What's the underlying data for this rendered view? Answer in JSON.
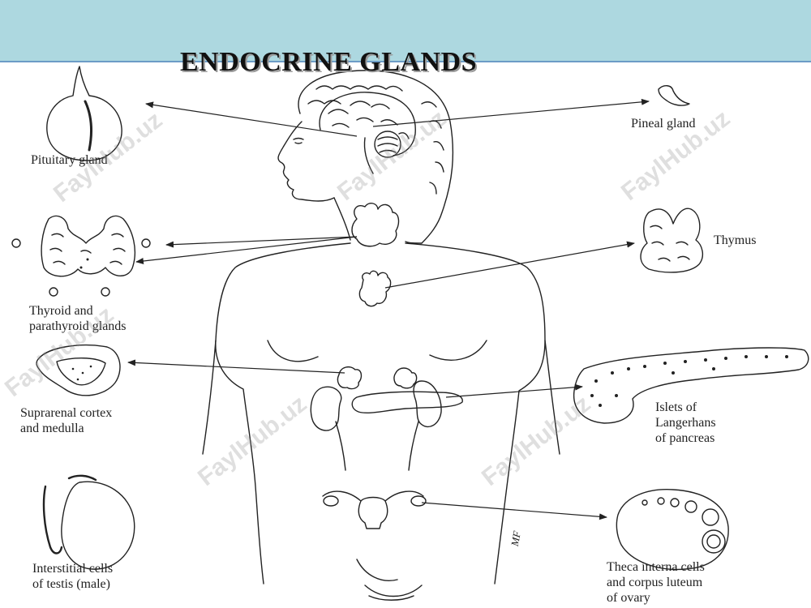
{
  "title": "ENDOCRINE GLANDS",
  "labels": {
    "pituitary": "Pituitary gland",
    "pineal": "Pineal gland",
    "thyroid": "Thyroid and\nparathyroid glands",
    "thymus": "Thymus",
    "suprarenal": "Suprarenal cortex\nand medulla",
    "pancreas": "Islets of\nLangerhans\nof pancreas",
    "testis": "Interstitial cells\nof testis (male)",
    "ovary": "Theca interna cells\nand corpus luteum\nof ovary"
  },
  "signature": "MF",
  "watermark": "FaylHub.uz",
  "colors": {
    "header": "#add8e0",
    "header_line": "#6c9cc6",
    "ink": "#222222"
  }
}
